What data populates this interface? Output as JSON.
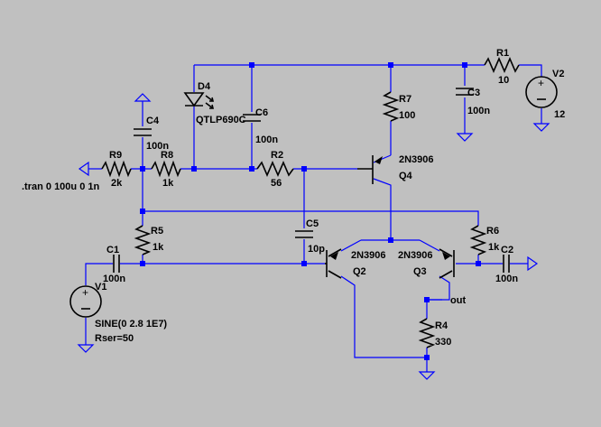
{
  "components": {
    "R1": {
      "name": "R1",
      "value": "10"
    },
    "R2": {
      "name": "R2",
      "value": "56"
    },
    "R4": {
      "name": "R4",
      "value": "330"
    },
    "R5": {
      "name": "R5",
      "value": "1k"
    },
    "R6": {
      "name": "R6",
      "value": "1k"
    },
    "R7": {
      "name": "R7",
      "value": "100"
    },
    "R8": {
      "name": "R8",
      "value": "1k"
    },
    "R9": {
      "name": "R9",
      "value": "2k"
    },
    "C1": {
      "name": "C1",
      "value": "100n"
    },
    "C2": {
      "name": "C2",
      "value": "100n"
    },
    "C3": {
      "name": "C3",
      "value": "100n"
    },
    "C4": {
      "name": "C4",
      "value": "100n"
    },
    "C5": {
      "name": "C5",
      "value": "10p"
    },
    "C6": {
      "name": "C6",
      "value": "100n"
    },
    "D4": {
      "name": "D4",
      "value": "QTLP690C"
    },
    "Q2": {
      "name": "Q2",
      "value": "2N3906"
    },
    "Q3": {
      "name": "Q3",
      "value": "2N3906"
    },
    "Q4": {
      "name": "Q4",
      "value": "2N3906"
    },
    "V1": {
      "name": "V1",
      "value": "SINE(0 2.8 1E7)",
      "extra": "Rser=50"
    },
    "V2": {
      "name": "V2",
      "value": "12"
    }
  },
  "net_labels": {
    "out": "out"
  },
  "directives": {
    "tran": ".tran 0 100u 0 1n"
  },
  "colors": {
    "background": "#c0c0c0",
    "wire": "#0000ff",
    "component": "#000000"
  },
  "icons": {
    "ground": "ground-symbol",
    "port": "port-arrow",
    "source": "voltage-source",
    "led": "led-diode"
  }
}
